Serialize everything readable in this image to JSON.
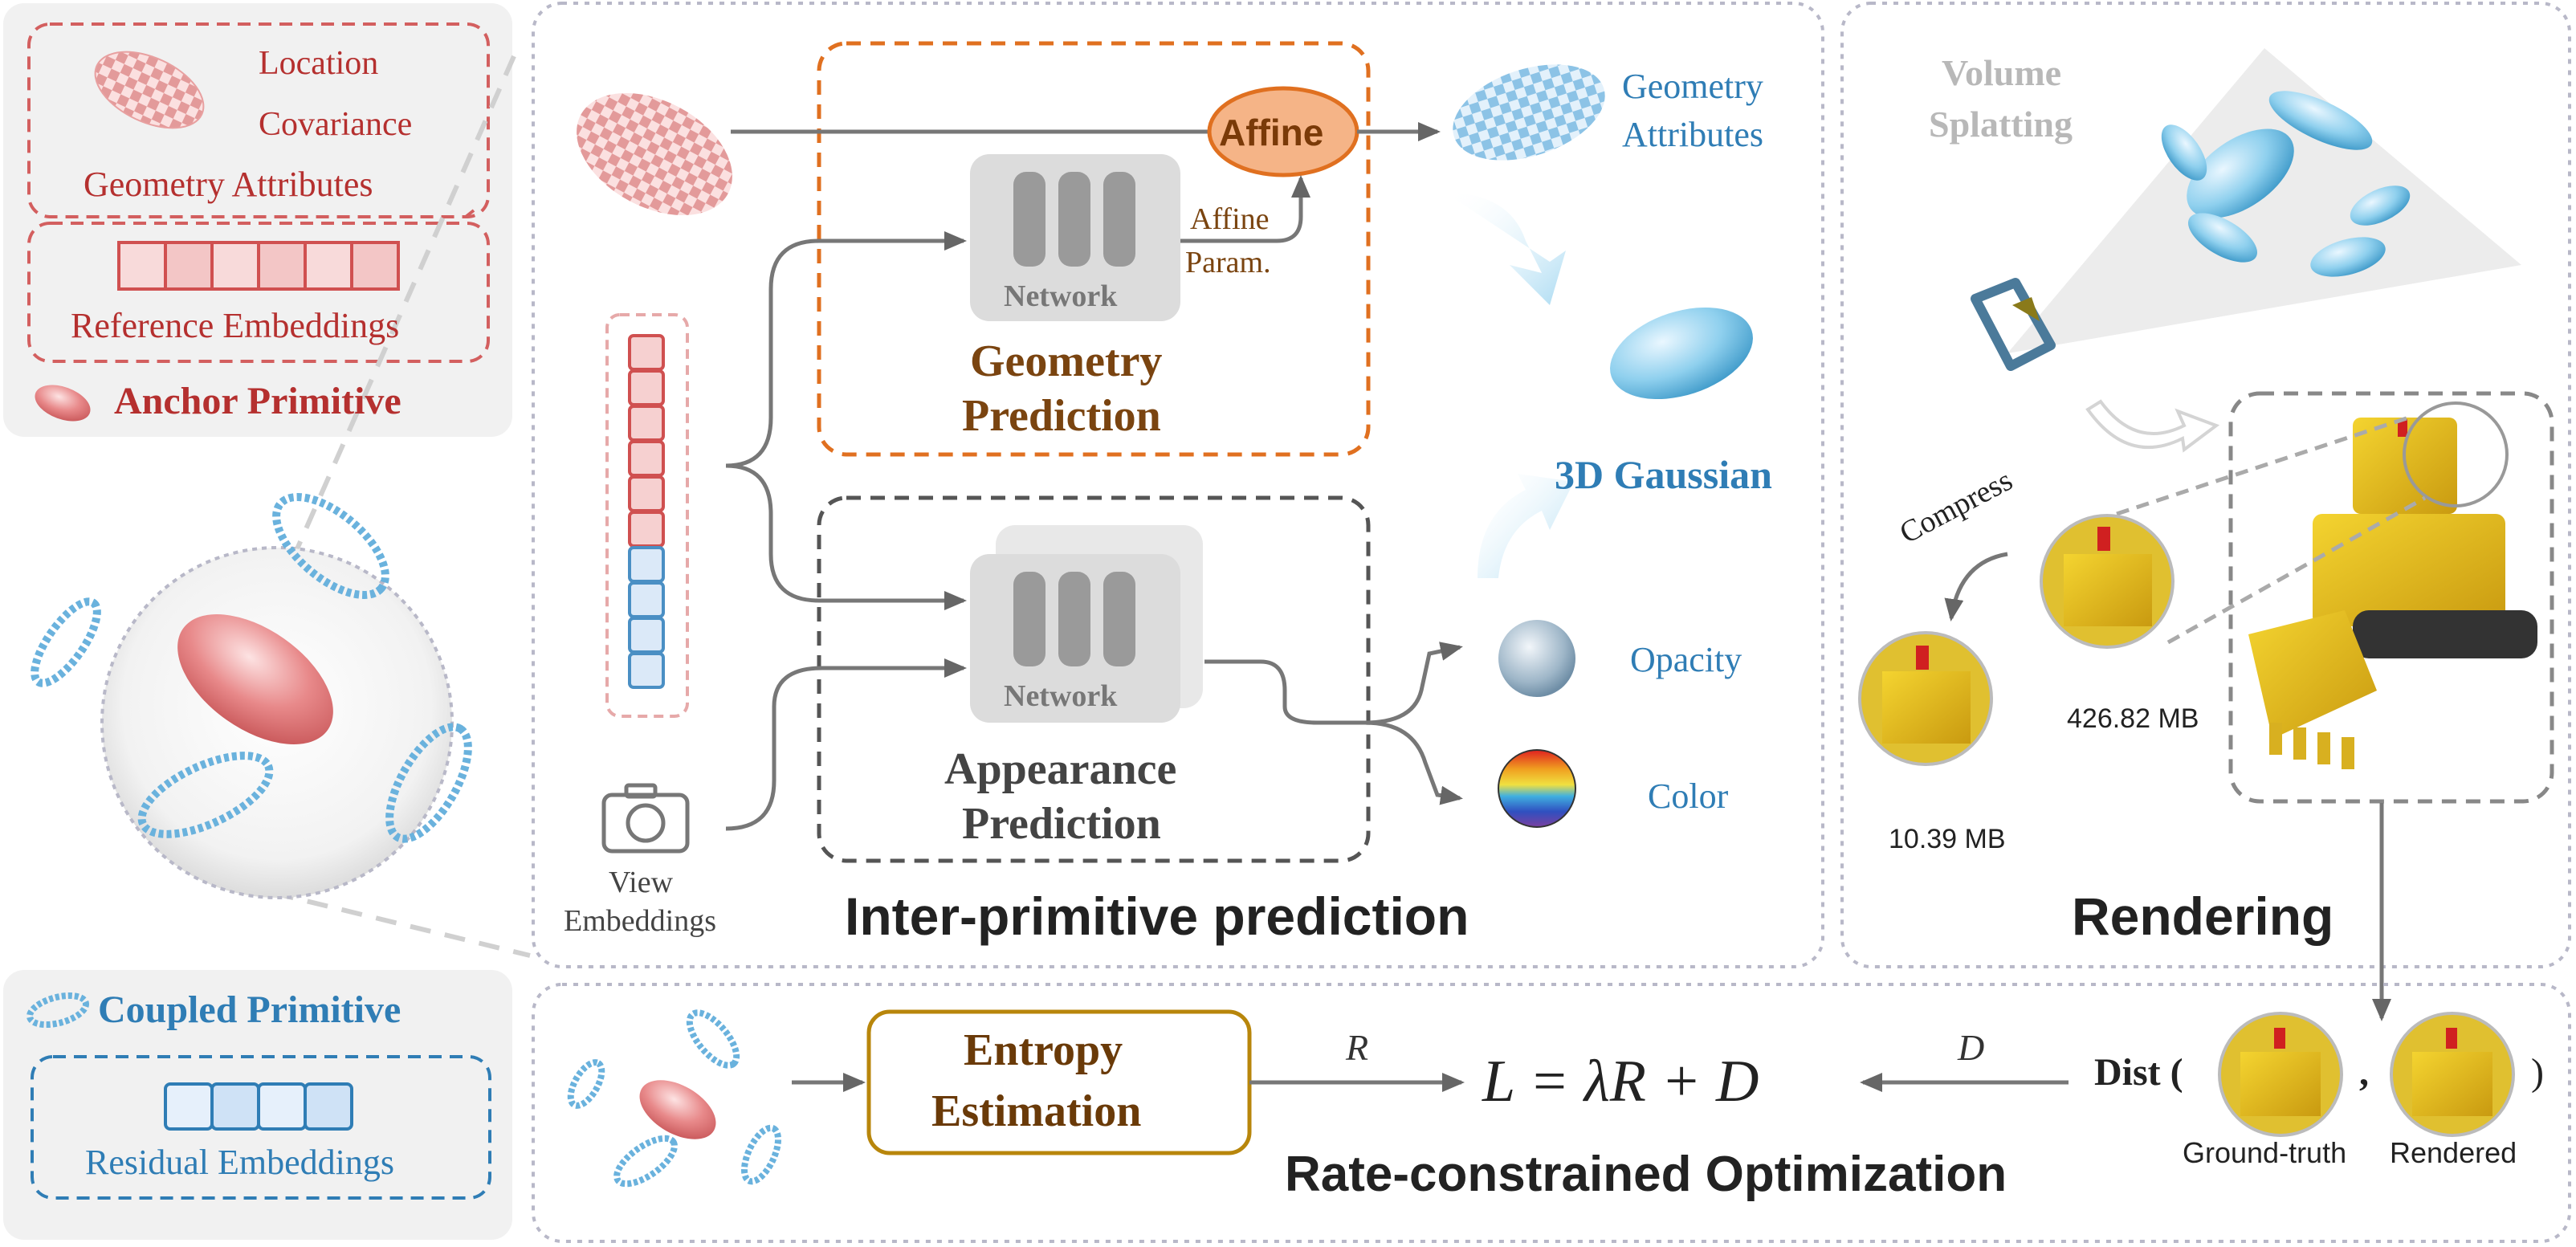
{
  "anchor_panel": {
    "location": "Location",
    "covariance": "Covariance",
    "geometry_attributes": "Geometry Attributes",
    "reference_embeddings": "Reference Embeddings",
    "anchor_primitive": "Anchor Primitive"
  },
  "coupled_panel": {
    "coupled_primitive": "Coupled Primitive",
    "residual_embeddings": "Residual Embeddings"
  },
  "inter_primitive": {
    "title": "Inter-primitive prediction",
    "affine": "Affine",
    "affine_param_1": "Affine",
    "affine_param_2": "Param.",
    "network_top": "Network",
    "network_bottom": "Network",
    "geometry_prediction_1": "Geometry",
    "geometry_prediction_2": "Prediction",
    "appearance_prediction_1": "Appearance",
    "appearance_prediction_2": "Prediction",
    "view_embeddings_1": "View",
    "view_embeddings_2": "Embeddings",
    "geometry_attributes_out_1": "Geometry",
    "geometry_attributes_out_2": "Attributes",
    "gaussian_3d": "3D Gaussian",
    "opacity": "Opacity",
    "color": "Color"
  },
  "rendering": {
    "title": "Rendering",
    "volume": "Volume",
    "splatting": "Splatting",
    "compress": "Compress",
    "size_original": "426.82 MB",
    "size_compressed": "10.39 MB"
  },
  "optimization": {
    "title": "Rate-constrained Optimization",
    "entropy_1": "Entropy",
    "entropy_2": "Estimation",
    "r_label": "R",
    "d_label": "D",
    "loss": "L = λR + D",
    "dist": "Dist (",
    "comma": ",",
    "close_paren": ")",
    "ground_truth": "Ground-truth",
    "rendered": "Rendered"
  },
  "colors": {
    "anchor_red": "#b5302f",
    "coupled_blue": "#2f7db5",
    "geometry_orange": "#e07020",
    "entropy_gold": "#b8860b"
  }
}
